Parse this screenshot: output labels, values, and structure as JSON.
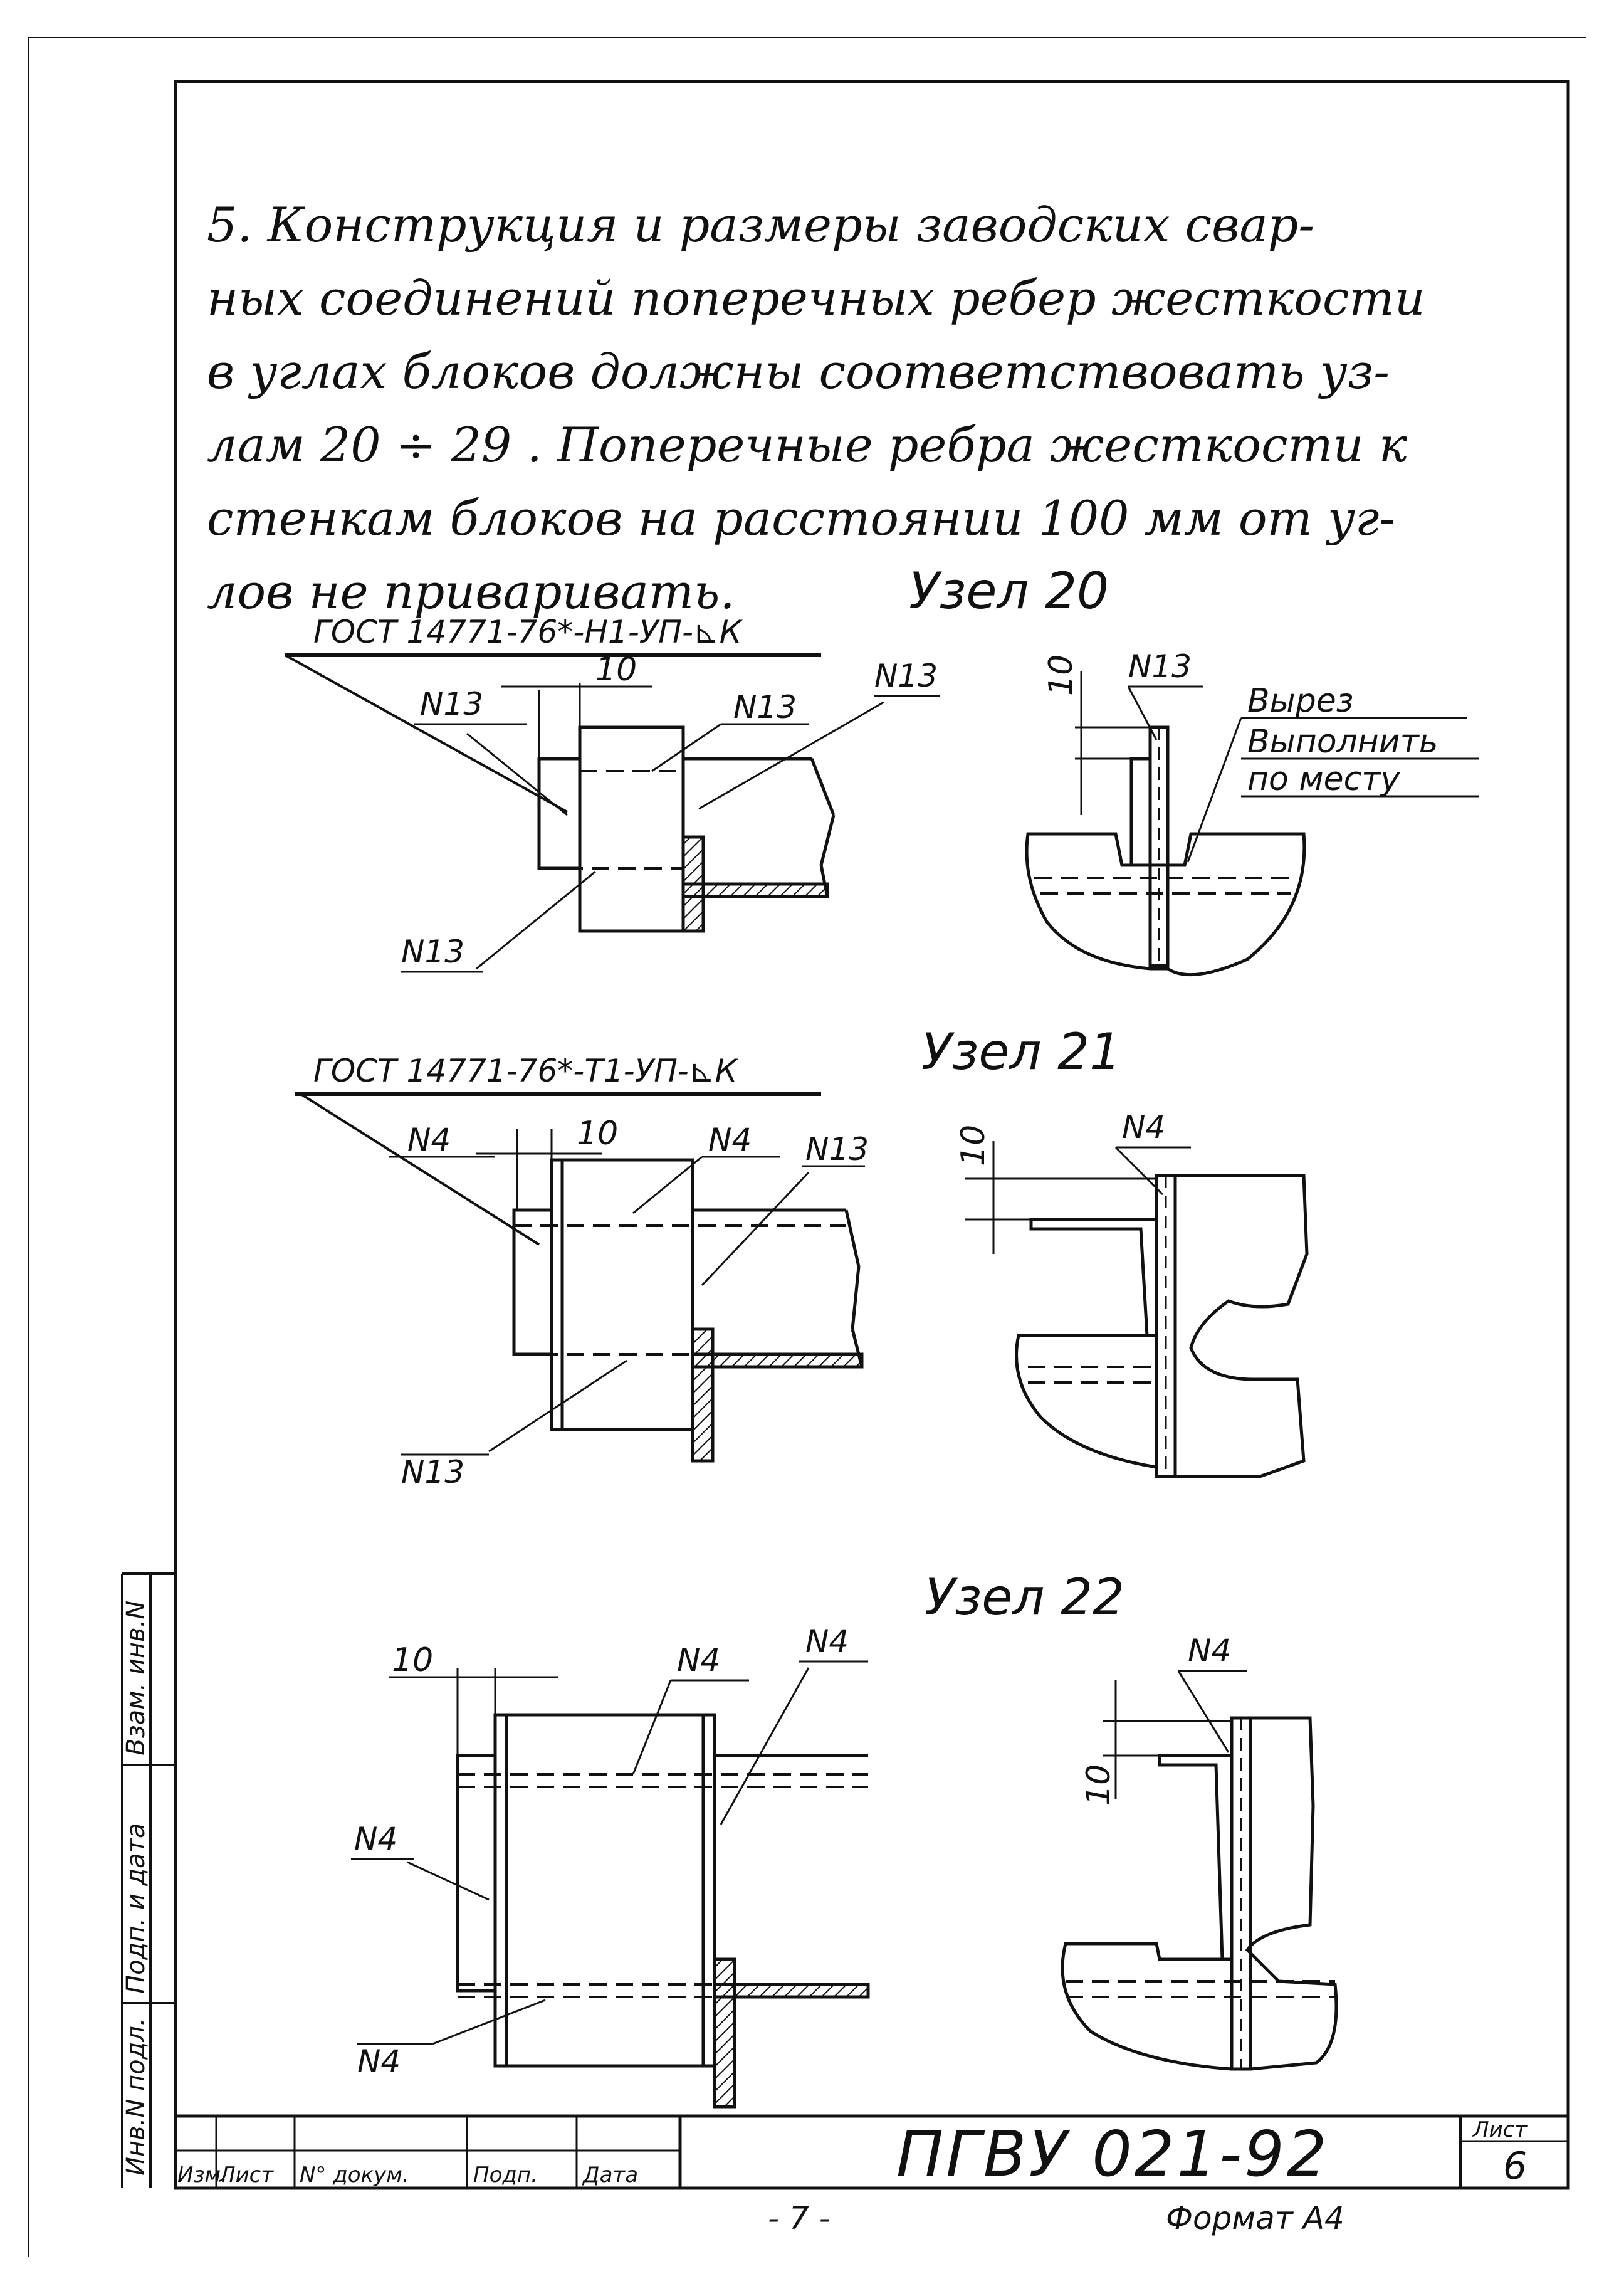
{
  "paragraph": {
    "lines": [
      "5. Конструкция и размеры заводских свар-",
      "ных соединений поперечных ребер жесткости",
      "в углах блоков должны соответствовать уз-",
      "лам 20 ÷ 29 . Поперечные ребра жесткости к",
      "стенкам блоков на расстоянии 100 мм от уг-",
      "лов не приваривать."
    ]
  },
  "nodes": {
    "node20": {
      "title": "Узел 20",
      "gost": "ГОСТ 14771-76*-Н1-УП-⊾К",
      "dim": "10",
      "marks": [
        "N13",
        "N13",
        "N13",
        "N13"
      ],
      "detail_mark": "N13",
      "detail_dim": "10",
      "note": [
        "Вырез",
        "Выполнить",
        "по месту"
      ]
    },
    "node21": {
      "title": "Узел 21",
      "gost": "ГОСТ 14771-76*-Т1-УП-⊾К",
      "dim": "10",
      "marks": [
        "N4",
        "N4",
        "N13",
        "N13"
      ],
      "detail_mark": "N4",
      "detail_dim": "10"
    },
    "node22": {
      "title": "Узел 22",
      "dim": "10",
      "marks": [
        "N4",
        "N4",
        "N4",
        "N4"
      ],
      "detail_mark": "N4",
      "detail_dim": "10"
    }
  },
  "side_stamp": [
    "Инв.N подл.",
    "Подп. и дата",
    "Взам. инв.N"
  ],
  "title_block": {
    "columns": [
      "Изм.",
      "Лист",
      "N° докум.",
      "Подп.",
      "Дата"
    ],
    "doc_code": "ПГВУ 021-92",
    "sheet_label": "Лист",
    "sheet_number": "6"
  },
  "footer": {
    "page": "- 7 -",
    "format": "Формат А4"
  }
}
